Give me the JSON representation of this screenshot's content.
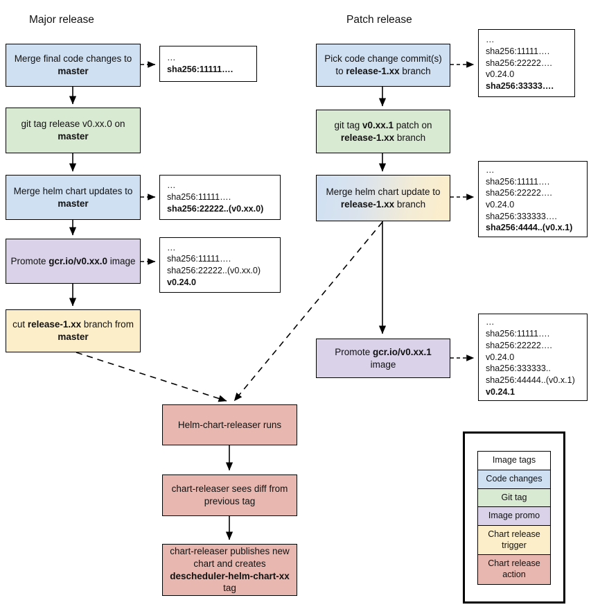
{
  "columns": {
    "major_title": "Major release",
    "patch_title": "Patch release"
  },
  "major_flow": [
    {
      "id": "merge-final-code",
      "type": "code-changes",
      "text": "Merge final code changes to master",
      "bold_parts": [
        "master"
      ]
    },
    {
      "id": "git-tag-release",
      "type": "git-tag",
      "text": "git tag release v0.xx.0 on master",
      "bold_parts": [
        "master"
      ]
    },
    {
      "id": "merge-helm-chart-master",
      "type": "code-changes",
      "text": "Merge helm chart updates to master",
      "bold_parts": [
        "master"
      ]
    },
    {
      "id": "promote-image-major",
      "type": "image-promo",
      "text": "Promote gcr.io/v0.xx.0 image",
      "bold_parts": [
        "gcr.io/v0.xx.0"
      ]
    },
    {
      "id": "cut-release-branch",
      "type": "chart-release-trigger",
      "text": "cut release-1.xx branch from master",
      "bold_parts": [
        "release-1.xx",
        "master"
      ]
    }
  ],
  "patch_flow": [
    {
      "id": "pick-code-change",
      "type": "code-changes",
      "text": "Pick code change commit(s) to release-1.xx branch",
      "bold_parts": [
        "release-1.xx"
      ]
    },
    {
      "id": "git-tag-patch",
      "type": "git-tag",
      "text": "git tag v0.xx.1 patch on release-1.xx branch",
      "bold_parts": [
        "v0.xx.1",
        "release-1.xx"
      ]
    },
    {
      "id": "merge-helm-chart-release",
      "type": "code-changes-trigger",
      "text": "Merge helm chart update to release-1.xx branch",
      "bold_parts": [
        "release-1.xx"
      ]
    },
    {
      "id": "promote-image-patch",
      "type": "image-promo",
      "text": "Promote gcr.io/v0.xx.1 image",
      "bold_parts": [
        "gcr.io/v0.xx.1"
      ]
    }
  ],
  "bottom_flow": [
    {
      "id": "helm-chart-releaser-runs",
      "type": "chart-release-action",
      "text": "Helm-chart-releaser runs"
    },
    {
      "id": "chart-releaser-sees-diff",
      "type": "chart-release-action",
      "text": "chart-releaser sees diff from previous tag"
    },
    {
      "id": "chart-releaser-publishes",
      "type": "chart-release-action",
      "text": "chart-releaser publishes new chart and creates descheduler-helm-chart-xx tag",
      "bold_parts": [
        "descheduler-helm-cha",
        "rt-xx"
      ]
    }
  ],
  "tag_boxes": {
    "major_1": {
      "lines": [
        {
          "t": "…",
          "bold": false
        },
        {
          "t": "sha256:11111….",
          "bold": true
        }
      ]
    },
    "major_2": {
      "lines": [
        {
          "t": "…",
          "bold": false
        },
        {
          "t": "sha256:11111….",
          "bold": false
        },
        {
          "t": "sha256:22222..(v0.xx.0)",
          "bold": true
        }
      ]
    },
    "major_3": {
      "lines": [
        {
          "t": "…",
          "bold": false
        },
        {
          "t": "sha256:11111….",
          "bold": false
        },
        {
          "t": "sha256:22222..(v0.xx.0)",
          "bold": false
        },
        {
          "t": "v0.24.0",
          "bold": true
        }
      ]
    },
    "patch_1": {
      "lines": [
        {
          "t": "…",
          "bold": false
        },
        {
          "t": "sha256:11111….",
          "bold": false
        },
        {
          "t": "sha256:22222….",
          "bold": false
        },
        {
          "t": "v0.24.0",
          "bold": false
        },
        {
          "t": "sha256:33333….",
          "bold": true
        }
      ]
    },
    "patch_2": {
      "lines": [
        {
          "t": "…",
          "bold": false
        },
        {
          "t": "sha256:11111….",
          "bold": false
        },
        {
          "t": "sha256:22222….",
          "bold": false
        },
        {
          "t": "v0.24.0",
          "bold": false
        },
        {
          "t": "sha256:333333….",
          "bold": false
        },
        {
          "t": "sha256:4444..(v0.x.1)",
          "bold": true
        }
      ]
    },
    "patch_3": {
      "lines": [
        {
          "t": "…",
          "bold": false
        },
        {
          "t": "sha256:11111….",
          "bold": false
        },
        {
          "t": "sha256:22222….",
          "bold": false
        },
        {
          "t": "v0.24.0",
          "bold": false
        },
        {
          "t": "sha256:333333..",
          "bold": false
        },
        {
          "t": "sha256:44444..(v0.x.1)",
          "bold": false
        },
        {
          "t": "v0.24.1",
          "bold": true
        }
      ]
    }
  },
  "legend": {
    "items": [
      {
        "label": "Image tags",
        "type": "image-tags",
        "color": "#ffffff"
      },
      {
        "label": "Code changes",
        "type": "code-changes",
        "color": "#cfe0f3"
      },
      {
        "label": "Git tag",
        "type": "git-tag",
        "color": "#d9ead3"
      },
      {
        "label": "Image promo",
        "type": "image-promo",
        "color": "#d9d2e9"
      },
      {
        "label": "Chart release trigger",
        "type": "chart-release-trigger",
        "color": "#fdeeca"
      },
      {
        "label": "Chart release action",
        "type": "chart-release-action",
        "color": "#e8b8b0"
      }
    ]
  }
}
